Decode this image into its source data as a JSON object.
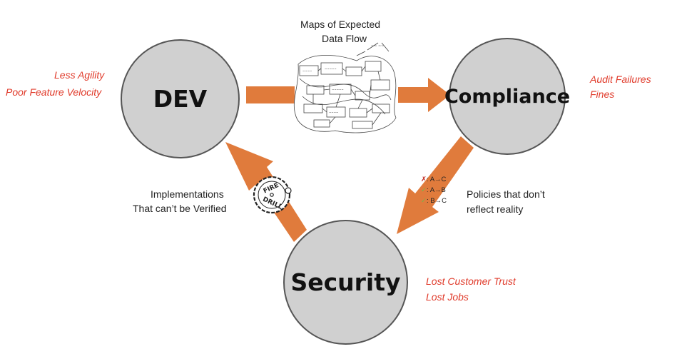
{
  "nodes": {
    "dev": "DEV",
    "compliance": "Compliance",
    "security": "Security"
  },
  "labels": {
    "maps_line1": "Maps of Expected",
    "maps_line2": "Data Flow",
    "dev_cost_1": "Less Agility",
    "dev_cost_2": "Poor Feature Velocity",
    "compliance_cost_1": "Audit Failures",
    "compliance_cost_2": "Fines",
    "security_cost_1": "Lost Customer Trust",
    "security_cost_2": "Lost Jobs",
    "impl_line1": "Implementations",
    "impl_line2": "That can’t be Verified",
    "policies_line1": "Policies that don’t",
    "policies_line2": "reflect reality"
  },
  "rules": [
    {
      "mark": "✗",
      "text": ": A→C"
    },
    {
      "mark": "✓",
      "text": ": A→B"
    },
    {
      "mark": "✓",
      "text": ": B→C"
    }
  ],
  "stamp": {
    "top": "FIRE",
    "bottom": "DRILL"
  },
  "colors": {
    "arrow": "#e07b3c",
    "circle": "#d0d0d0",
    "red_text": "#e03a2a"
  }
}
